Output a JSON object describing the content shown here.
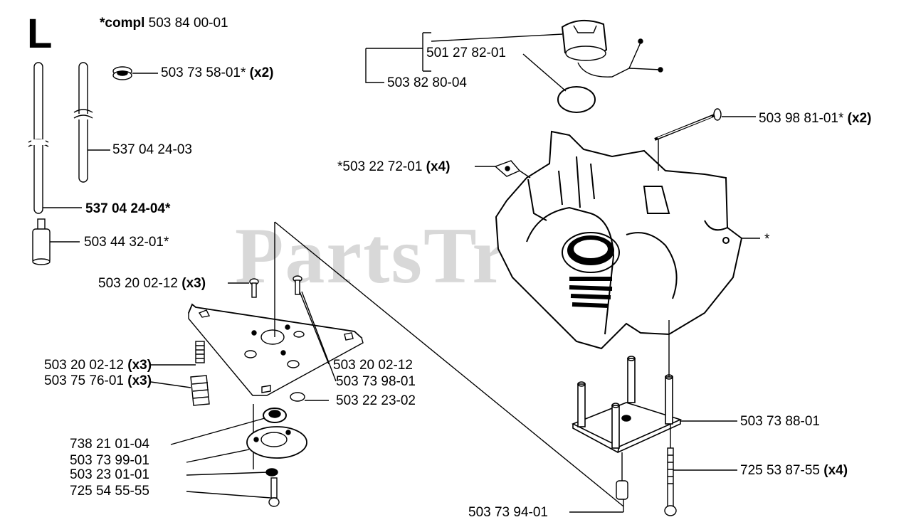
{
  "section": "L",
  "watermark": "PartsTree",
  "labels": {
    "compl_prefix": "*compl",
    "compl_num": "503 84 00-01",
    "p_503735801": "503 73 58-01*",
    "q_x2_a": "(x2)",
    "p_537042403": "537 04 24-03",
    "p_537042404": "537 04 24-04*",
    "p_503443201": "503 44 32-01*",
    "p_503200212_top": "503 20 02-12",
    "q_x3_a": "(x3)",
    "p_503200212_mid": "503 20 02-12",
    "q_x3_b": "(x3)",
    "p_503757601": "503 75 76-01",
    "q_x3_c": "(x3)",
    "p_738210104": "738 21 01-04",
    "p_503739901": "503 73 99-01",
    "p_503230101": "503 23 01-01",
    "p_725545555": "725 54 55-55",
    "p_503200212_right": "503 20 02-12",
    "p_503739801": "503 73 98-01",
    "p_503222302": "503 22 23-02",
    "p_501278201": "501 27 82-01",
    "p_503828004": "503 82 80-04",
    "p_503988101": "503 98 81-01*",
    "q_x2_b": "(x2)",
    "p_503227201": "*503 22 72-01",
    "q_x4_a": "(x4)",
    "star": "*",
    "p_503738801": "503 73 88-01",
    "p_725538755": "725 53 87-55",
    "q_x4_b": "(x4)",
    "p_503739401": "503 73 94-01"
  }
}
